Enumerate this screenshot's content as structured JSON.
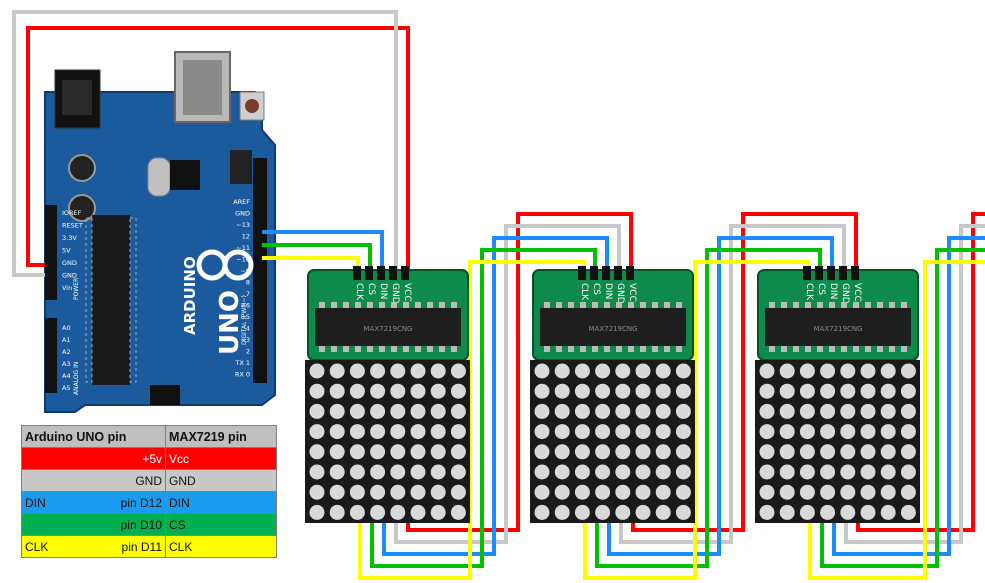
{
  "colors": {
    "vcc": "#ff0000",
    "gnd": "#c8c8c8",
    "din": "#1a8cff",
    "cs": "#00c000",
    "clk": "#ffff00",
    "board_blue": "#1c5a9e",
    "pcb_green": "#0e8a4a",
    "matrix_black": "#1a1a1a",
    "led_off": "#d9d9d9"
  },
  "arduino": {
    "brand": "ARDUINO",
    "model": "UNO",
    "logo_icon": "infinity-logo-icon",
    "pin_labels_digital": [
      "AREF",
      "GND",
      "~13",
      "12",
      "~11",
      "~10",
      "~9",
      "8",
      "7",
      "~6",
      "~5",
      "4",
      "~3",
      "2",
      "TX 1",
      "RX 0"
    ],
    "pin_labels_power": [
      "IOREF",
      "RESET",
      "3.3V",
      "5V",
      "GND",
      "GND",
      "Vin"
    ],
    "pin_labels_analog": [
      "A0",
      "A1",
      "A2",
      "A3",
      "A4",
      "A5"
    ],
    "digital_header_text": "DIGITAL (PWM~)",
    "analog_header_text": "ANALOG IN",
    "power_header_text": "POWER"
  },
  "modules": [
    {
      "chip_label": "MAX7219CNG",
      "pins": [
        "CLK",
        "CS",
        "DIN",
        "GND",
        "VCC"
      ]
    },
    {
      "chip_label": "MAX7219CNG",
      "pins": [
        "CLK",
        "CS",
        "DIN",
        "GND",
        "VCC"
      ]
    },
    {
      "chip_label": "MAX7219CNG",
      "pins": [
        "CLK",
        "CS",
        "DIN",
        "GND",
        "VCC"
      ]
    }
  ],
  "table": {
    "headers": [
      "Arduino UNO  pin",
      "MAX7219 pin"
    ],
    "rows": [
      {
        "label": "",
        "arduino_pin": "+5v",
        "max_pin": "Vcc",
        "color": "#ff0000",
        "text_color": "#ffffff"
      },
      {
        "label": "",
        "arduino_pin": "GND",
        "max_pin": "GND",
        "color": "#c8c8c8",
        "text_color": "#111111"
      },
      {
        "label": "DIN",
        "arduino_pin": "pin D12",
        "max_pin": "DIN",
        "color": "#1a9bf0",
        "text_color": "#111111"
      },
      {
        "label": "",
        "arduino_pin": "pin D10",
        "max_pin": "CS",
        "color": "#00b050",
        "text_color": "#111111"
      },
      {
        "label": "CLK",
        "arduino_pin": "pin D11",
        "max_pin": "CLK",
        "color": "#ffff00",
        "text_color": "#111111"
      }
    ]
  }
}
